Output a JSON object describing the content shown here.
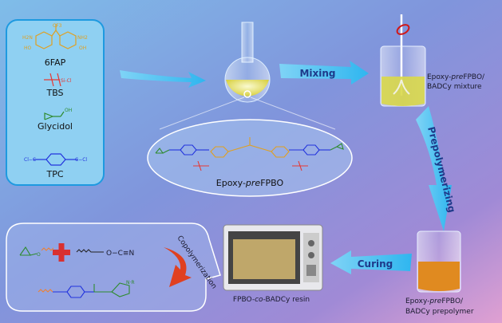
{
  "reagents": [
    {
      "name": "6FAP",
      "color": "#e0a020",
      "groups": [
        "H2N",
        "NH2",
        "HO",
        "OH",
        "CF3",
        "CF3"
      ]
    },
    {
      "name": "TBS",
      "color": "#e53935",
      "groups": [
        "Si",
        "Cl"
      ]
    },
    {
      "name": "Glycidol",
      "color": "#2e8b2e",
      "groups": [
        "O",
        "OH"
      ]
    },
    {
      "name": "TPC",
      "color": "#2233dd",
      "groups": [
        "Cl",
        "C",
        "O",
        "O",
        "C",
        "Cl"
      ]
    }
  ],
  "steps": {
    "mixing": "Mixing",
    "prepolymerizing": "Prepolymerizing",
    "curing": "Curing",
    "copolymerization": "Copolymerization"
  },
  "intermediate": {
    "prefix": "Epoxy-",
    "italic": "pre",
    "suffix": "FPBO"
  },
  "beaker1": {
    "line1_prefix": "Epoxy-",
    "line1_italic": "pre",
    "line1_suffix": "FPBO/",
    "line2": "BADCy mixture"
  },
  "beaker2": {
    "line1_prefix": "Epoxy-",
    "line1_italic": "pre",
    "line1_suffix": "FPBO/",
    "line2": "BADCy prepolymer"
  },
  "resin": {
    "prefix": "FPBO-",
    "italic": "co",
    "suffix": "-BADCy resin"
  },
  "reaction": {
    "cyanate": "O−C≡N",
    "epoxy_o": "O",
    "product_groups": [
      "O",
      "O",
      "N",
      "R",
      "O",
      "O"
    ]
  },
  "colors": {
    "accent_arrow": "#3cc3f0",
    "box_border": "#1e9ae0",
    "yellow_liquid": "#e8e060",
    "orange_liquid": "#e08a20",
    "red_arrow": "#e04020"
  }
}
